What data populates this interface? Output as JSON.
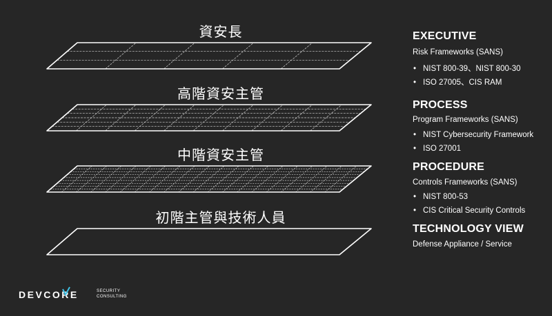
{
  "layers": [
    {
      "label": "資安長",
      "grid": {
        "cols": 5,
        "rows": 3
      }
    },
    {
      "label": "高階資安主管",
      "grid": {
        "cols": 10,
        "rows": 6
      }
    },
    {
      "label": "中階資安主管",
      "grid": {
        "cols": 20,
        "rows": 9
      }
    },
    {
      "label": "初階主管與技術人員",
      "grid": {
        "cols": 0,
        "rows": 0
      }
    }
  ],
  "sections": [
    {
      "title": "EXECUTIVE",
      "subtitle": "Risk Frameworks (SANS)",
      "items": [
        "NIST 800-39、NIST 800-30",
        "ISO 27005、CIS RAM"
      ]
    },
    {
      "title": "PROCESS",
      "subtitle": "Program Frameworks  (SANS)",
      "items": [
        "NIST Cybersecurity Framework",
        "ISO 27001"
      ]
    },
    {
      "title": "PROCEDURE",
      "subtitle": "Controls Frameworks  (SANS)",
      "items": [
        "NIST 800-53",
        "CIS Critical Security Controls"
      ]
    },
    {
      "title": "TECHNOLOGY VIEW",
      "subtitle": "Defense Appliance / Service",
      "items": []
    }
  ],
  "logo": {
    "brand": "DEVCORE",
    "tag_line1": "SECURITY",
    "tag_line2": "CONSULTING",
    "accent": "#3ec1e6"
  },
  "colors": {
    "background": "#262626",
    "line": "#ffffff",
    "grid": "#cfcfcf"
  }
}
